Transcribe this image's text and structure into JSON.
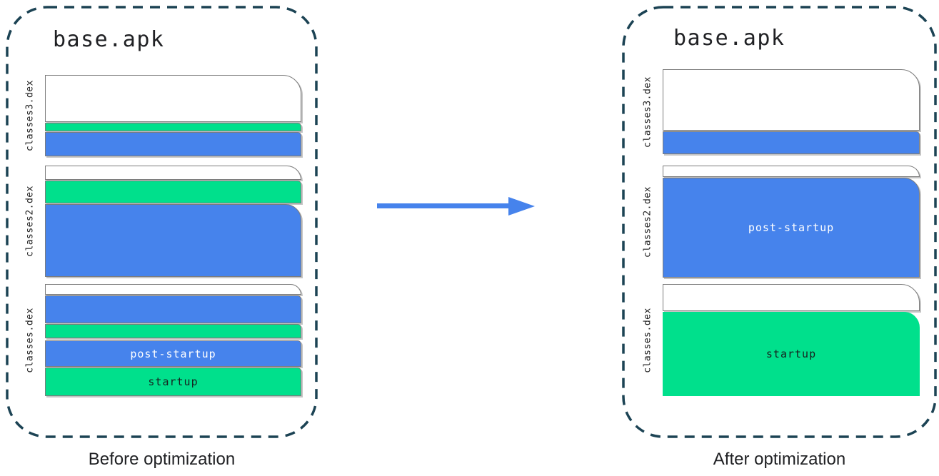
{
  "colors": {
    "blue": "#4683ec",
    "green": "#00e08c",
    "arrow": "#4683ec",
    "dash": "#1c4354",
    "outline": "#7c7c7c",
    "text": "#202124"
  },
  "before": {
    "title": "base.apk",
    "caption": "Before optimization",
    "files": [
      {
        "label": "classes3.dex",
        "segments": [
          {
            "type": "unused",
            "color": "white"
          },
          {
            "type": "startup",
            "color": "green"
          },
          {
            "type": "post-startup",
            "color": "blue"
          }
        ]
      },
      {
        "label": "classes2.dex",
        "segments": [
          {
            "type": "unused",
            "color": "white"
          },
          {
            "type": "startup",
            "color": "green"
          },
          {
            "type": "post-startup",
            "color": "blue"
          }
        ]
      },
      {
        "label": "classes.dex",
        "segments": [
          {
            "type": "unused",
            "color": "white"
          },
          {
            "type": "post-startup",
            "color": "blue"
          },
          {
            "type": "startup",
            "color": "green"
          },
          {
            "type": "post-startup",
            "color": "blue",
            "label": "post-startup"
          },
          {
            "type": "startup",
            "color": "green",
            "label": "startup"
          }
        ]
      }
    ]
  },
  "after": {
    "title": "base.apk",
    "caption": "After optimization",
    "files": [
      {
        "label": "classes3.dex",
        "segments": [
          {
            "type": "unused",
            "color": "white"
          },
          {
            "type": "post-startup",
            "color": "blue"
          }
        ]
      },
      {
        "label": "classes2.dex",
        "segments": [
          {
            "type": "unused",
            "color": "white"
          },
          {
            "type": "post-startup",
            "color": "blue",
            "label": "post-startup"
          }
        ]
      },
      {
        "label": "classes.dex",
        "segments": [
          {
            "type": "unused",
            "color": "white"
          },
          {
            "type": "startup",
            "color": "green",
            "label": "startup"
          }
        ]
      }
    ]
  }
}
